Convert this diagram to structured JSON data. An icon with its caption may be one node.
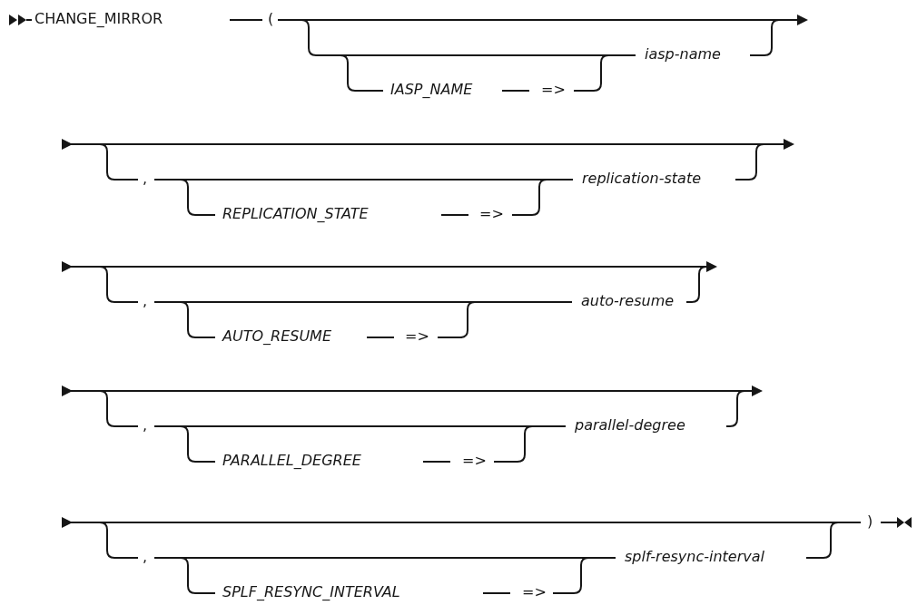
{
  "diagram": {
    "labels": [
      "CHANGE_MIRROR",
      "(",
      "iasp-name",
      "IASP_NAME",
      "=>",
      ",",
      "replication-state",
      "REPLICATION_STATE",
      "=>",
      ",",
      "auto-resume",
      "AUTO_RESUME",
      "=>",
      ",",
      "parallel-degree",
      "PARALLEL_DEGREE",
      "=>",
      ")",
      ",",
      "splf-resync-interval",
      "SPLF_RESYNC_INTERVAL",
      "=>"
    ]
  }
}
